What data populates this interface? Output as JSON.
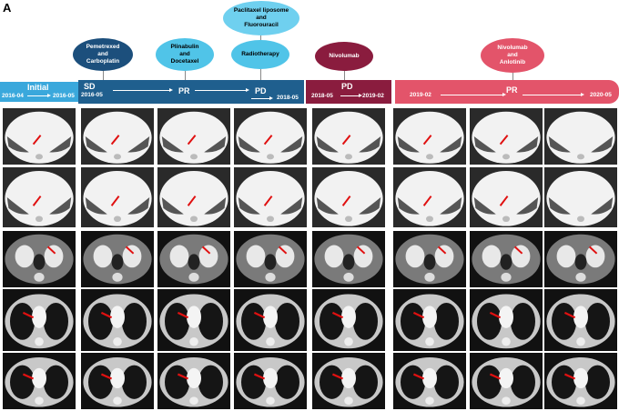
{
  "panel_label": "A",
  "colors": {
    "initial": "#3aa8dc",
    "treatment_blue": "#1f5f8e",
    "nivolumab": "#8a1c3e",
    "nivolumab_anlotinib": "#e3546a",
    "ellipse_pem": "#1c4f7c",
    "ellipse_light": "#50c4e8",
    "ellipse_pacli": "#6fd0ef"
  },
  "treatments": [
    {
      "id": "pem",
      "label": "Pemetrexed\nand\nCarboplatin"
    },
    {
      "id": "pli",
      "label": "Plinabulin\nand\nDocetaxel"
    },
    {
      "id": "pac",
      "label": "Paclitaxel liposome\nand\nFluorouracil"
    },
    {
      "id": "rad",
      "label": "Radiotherapy"
    },
    {
      "id": "niv",
      "label": "Nivolumab"
    },
    {
      "id": "nvan",
      "label": "Nivolumab\nand\nAnlotinib"
    }
  ],
  "timeline": {
    "initial": {
      "label": "Initial",
      "start": "2016-04",
      "end": "2016-05"
    },
    "sd": {
      "label": "SD",
      "start": "2016-05"
    },
    "pr1": {
      "label": "PR"
    },
    "pd1": {
      "label": "PD",
      "end": "2018-05"
    },
    "pd2": {
      "label": "PD",
      "start": "2018-05",
      "end": "2019-02"
    },
    "pr2": {
      "label": "PR",
      "start": "2019-02",
      "end": "2020-05"
    }
  }
}
